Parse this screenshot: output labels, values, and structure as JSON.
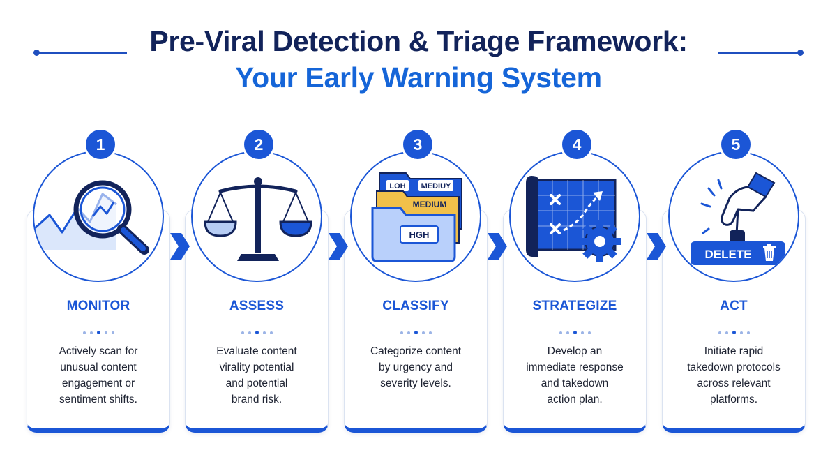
{
  "title": {
    "line1": "Pre-Viral Detection & Triage Framework:",
    "line2": "Your Early Warning System"
  },
  "colors": {
    "navy": "#12235a",
    "primary": "#1b56d6",
    "accent_blue": "#1565d8",
    "folder_yellow": "#f1c04a",
    "folder_light": "#cfe0ff"
  },
  "steps": [
    {
      "number": "1",
      "title": "MONITOR",
      "icon": "magnifier-trend-icon",
      "description": [
        "Actively scan for",
        "unusual content",
        "engagement or",
        "sentiment shifts."
      ]
    },
    {
      "number": "2",
      "title": "ASSESS",
      "icon": "balance-scale-icon",
      "description": [
        "Evaluate content",
        "virality potential",
        "and potential",
        "brand risk."
      ]
    },
    {
      "number": "3",
      "title": "CLASSIFY",
      "icon": "folders-icon",
      "folder_labels": [
        "LOH",
        "MEDIUY",
        "MEDIUM",
        "HGH"
      ],
      "description": [
        "Categorize content",
        "by urgency and",
        "severity levels."
      ]
    },
    {
      "number": "4",
      "title": "STRATEGIZE",
      "icon": "strategy-map-gear-icon",
      "description": [
        "Develop an",
        "immediate response",
        "and takedown",
        "action plan."
      ]
    },
    {
      "number": "5",
      "title": "ACT",
      "icon": "hand-delete-button-icon",
      "button_label": "DELETE",
      "description": [
        "Initiate rapid",
        "takedown protocols",
        "across relevant",
        "platforms."
      ]
    }
  ]
}
